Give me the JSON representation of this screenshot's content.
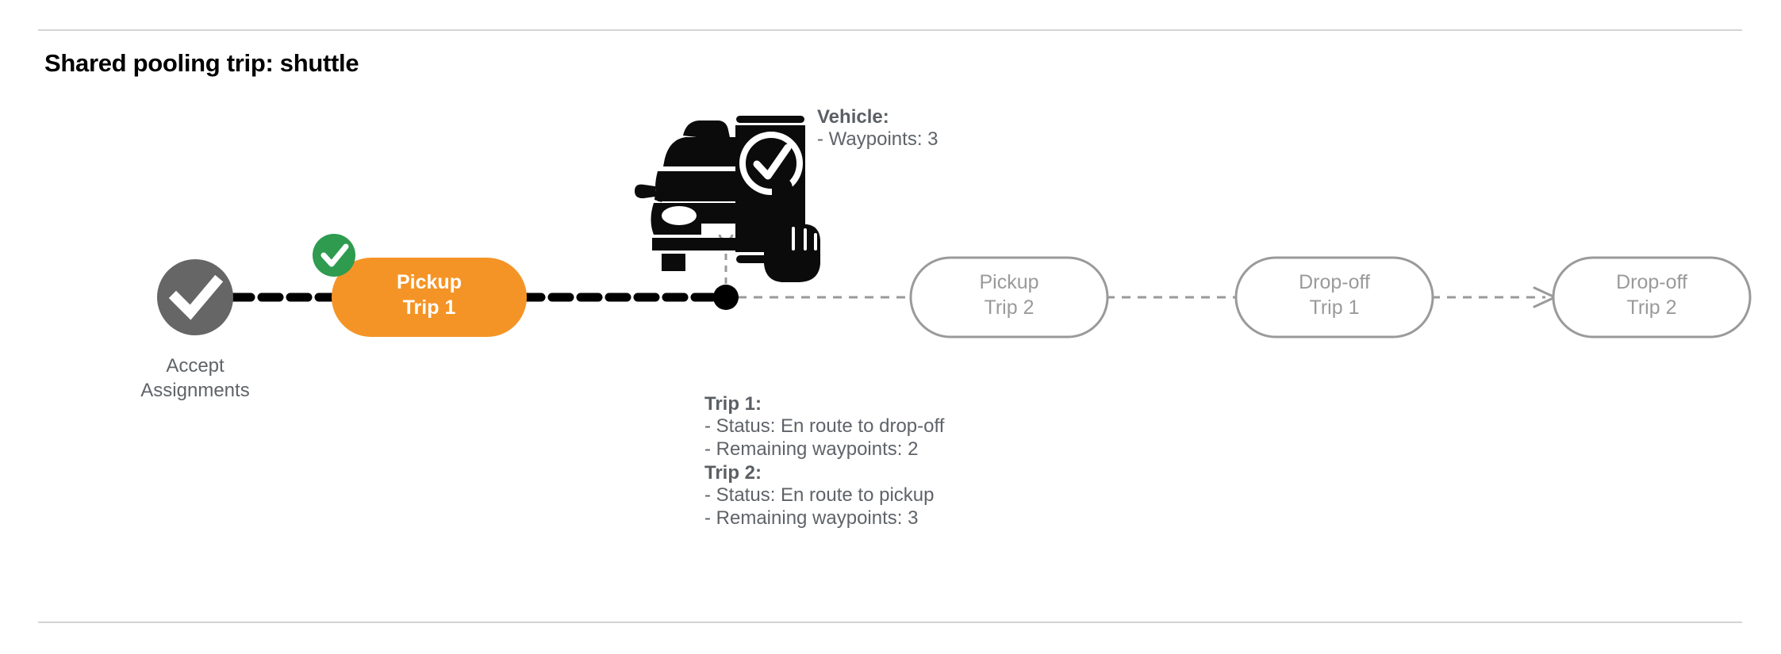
{
  "header": {
    "title": "Shared pooling trip: shuttle"
  },
  "colors": {
    "orange": "#F59426",
    "green_badge": "#2E9B4E",
    "gray_circle": "#666666",
    "outline_gray": "#9A9A9A",
    "text_gray": "#5F6368",
    "rule_gray": "#D4D4D4",
    "active_path": "#000000",
    "future_path": "#9A9A9A"
  },
  "flow": {
    "start_node": {
      "icon": "check-circle-icon",
      "label_line1": "Accept",
      "label_line2": "Assignments"
    },
    "nodes": [
      {
        "id": "pickup-trip-1",
        "line1": "Pickup",
        "line2": "Trip 1",
        "state": "completed",
        "badge": "check-badge-icon"
      },
      {
        "id": "pickup-trip-2",
        "line1": "Pickup",
        "line2": "Trip 2",
        "state": "pending",
        "badge": ""
      },
      {
        "id": "drop-off-trip-1",
        "line1": "Drop-off",
        "line2": "Trip 1",
        "state": "pending",
        "badge": ""
      },
      {
        "id": "drop-off-trip-2",
        "line1": "Drop-off",
        "line2": "Trip 2",
        "state": "pending",
        "badge": ""
      }
    ],
    "vehicle_marker": {
      "icon": "vehicle-app-icon",
      "position_dot": "current-position-dot"
    }
  },
  "annotations": {
    "vehicle": {
      "title": "Vehicle:",
      "line1": "- Waypoints: 3"
    },
    "trip1": {
      "title": "Trip 1:",
      "line1": "- Status:  En route to drop-off",
      "line2": "- Remaining waypoints: 2"
    },
    "trip2": {
      "title": "Trip 2:",
      "line1": "- Status:  En route to pickup",
      "line2": "- Remaining waypoints: 3"
    }
  }
}
